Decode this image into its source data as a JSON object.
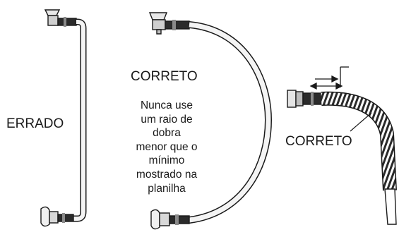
{
  "labels": {
    "wrong": "ERRADO",
    "correct_center": "CORRETO",
    "correct_right": "CORRETO"
  },
  "note_lines": [
    "Nunca use",
    "um raio de",
    "dobra",
    "menor que o",
    "mínimo",
    "mostrado na",
    "planilha"
  ],
  "colors": {
    "ink": "#1a1a1a",
    "hose_fill": "#f4f4f4",
    "background": "#ffffff"
  }
}
